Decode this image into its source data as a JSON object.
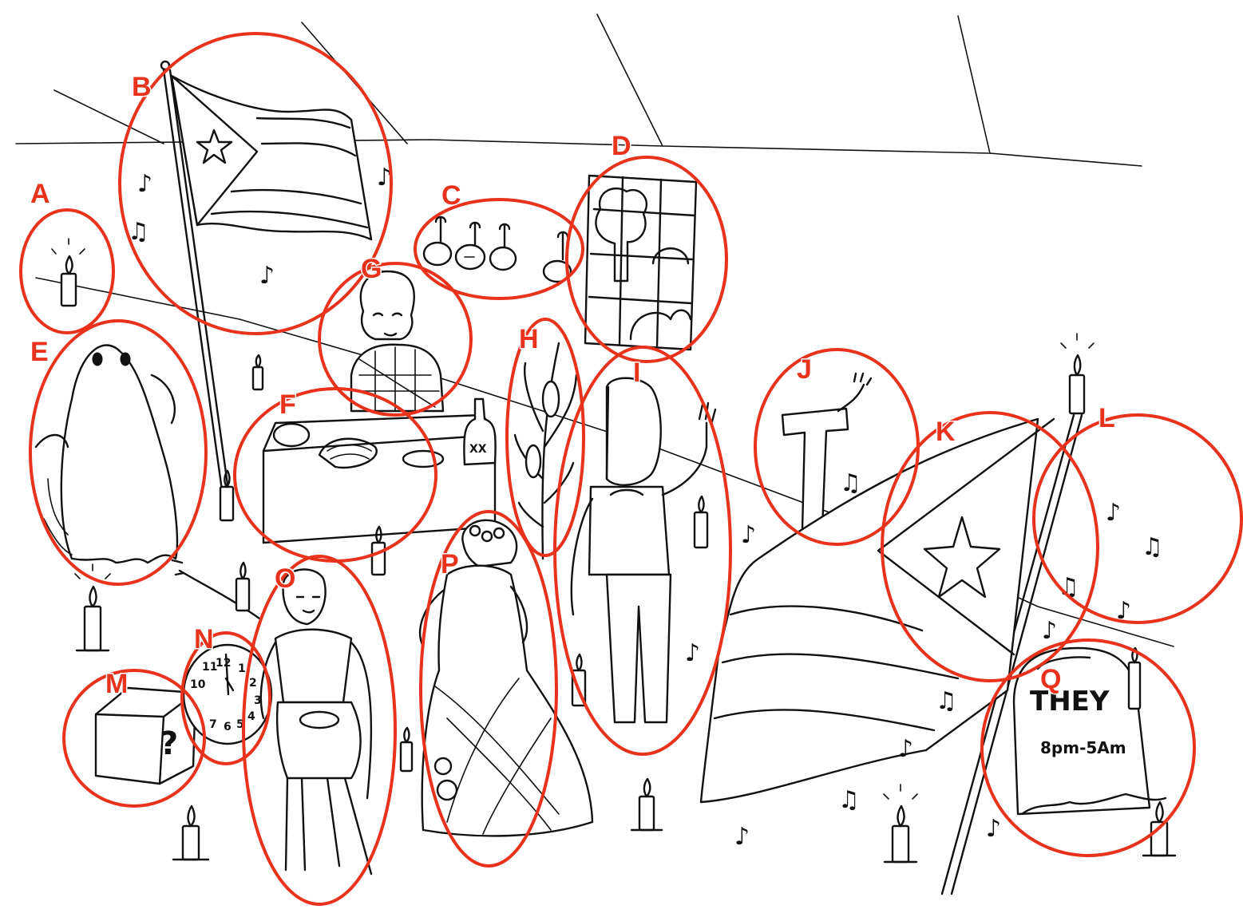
{
  "labels": [
    "A",
    "B",
    "C",
    "D",
    "E",
    "F",
    "G",
    "H",
    "I",
    "J",
    "K",
    "L",
    "M",
    "N",
    "O",
    "P",
    "Q"
  ],
  "icons": {
    "music_note": "music-note-icon",
    "candle": "candle-icon",
    "star": "star-icon"
  },
  "accent_color": "#e8321c",
  "drawn_text": {
    "bottle": "XX",
    "mystery_box": "?",
    "tombstone_title": "THEY",
    "tombstone_hours": "8pm-5Am",
    "clock_12": "12",
    "clock_11": "11",
    "clock_10": "10",
    "clock_1": "1",
    "clock_2": "2",
    "clock_3": "3",
    "clock_6": "6",
    "clock_5": "5",
    "clock_7": "7",
    "clock_4": "4"
  }
}
